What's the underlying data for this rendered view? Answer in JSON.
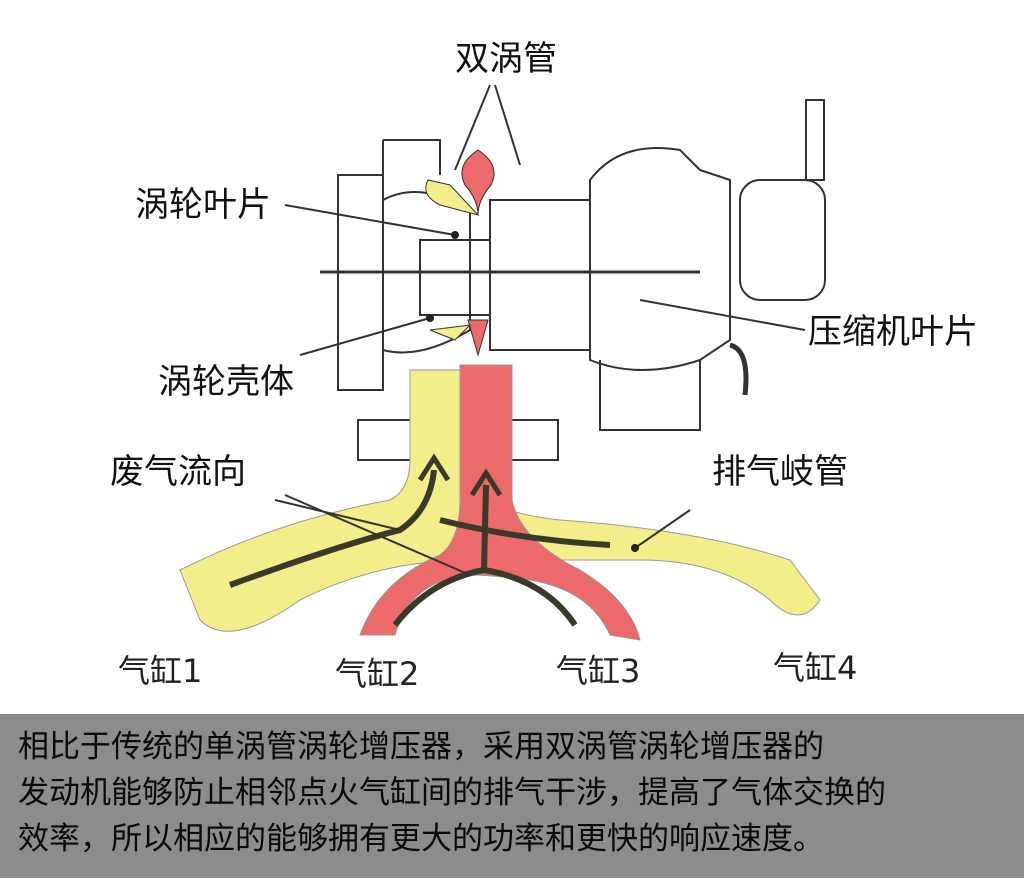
{
  "labels": {
    "twin_scroll": "双涡管",
    "turbine_blade": "涡轮叶片",
    "turbine_housing": "涡轮壳体",
    "exhaust_flow": "废气流向",
    "exhaust_manifold": "排气岐管",
    "compressor_blade": "压缩机叶片"
  },
  "cylinders": [
    "气缸1",
    "气缸2",
    "气缸3",
    "气缸4"
  ],
  "caption": {
    "lines": [
      "相比于传统的单涡管涡轮增压器，采用双涡管涡轮增压器的",
      "发动机能够防止相邻点火气缸间的排气干涉，提高了气体交换的",
      "效率，所以相应的能够拥有更大的功率和更快的响应速度。"
    ]
  },
  "colors": {
    "yellow_flow": "#f3ee8a",
    "red_flow": "#ec6a6a",
    "caption_bg": "#8e8c8a"
  }
}
